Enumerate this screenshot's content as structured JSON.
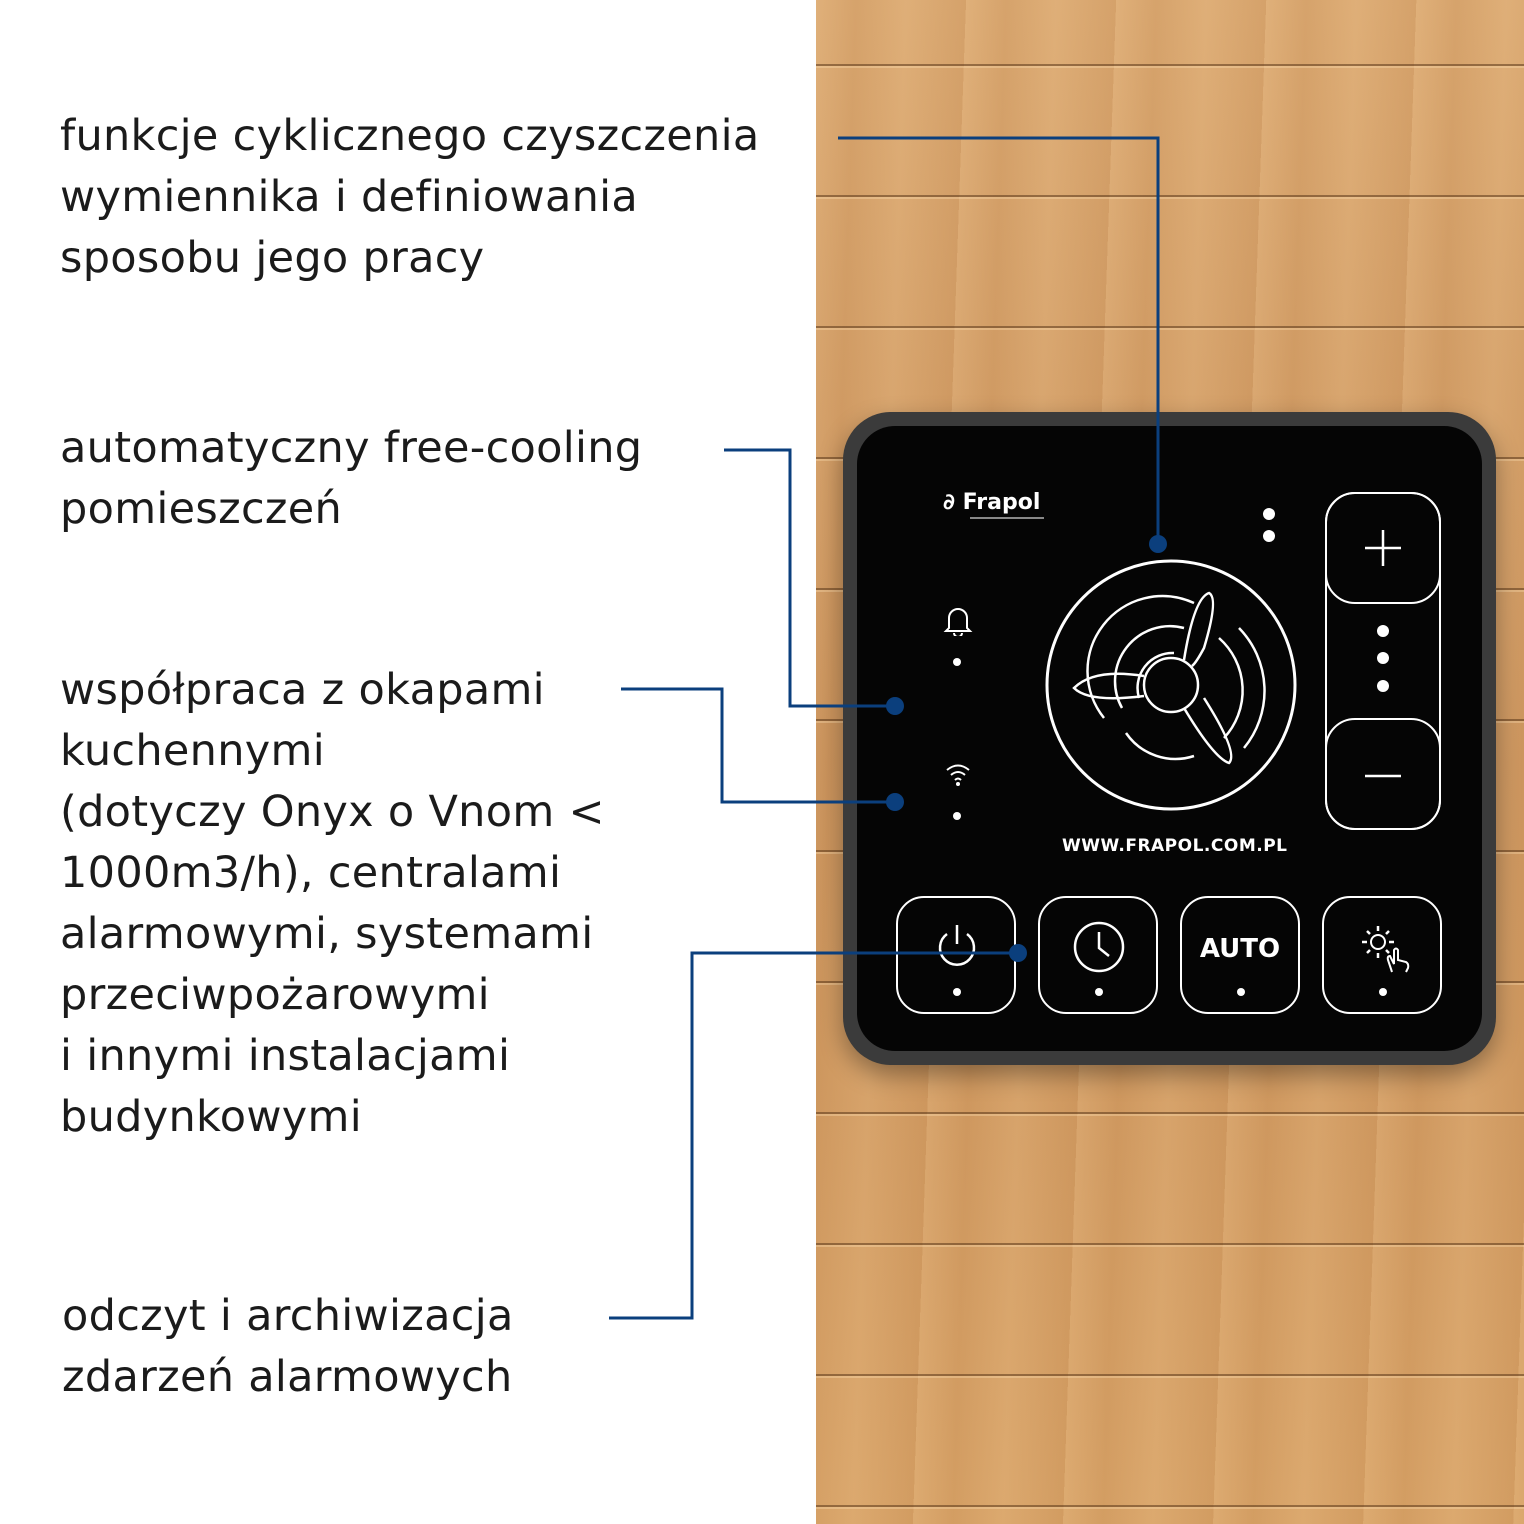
{
  "callouts": [
    {
      "text": "funkcje cyklicznego czyszczenia\nwymiennika i definiowania\nsposobu jego pracy"
    },
    {
      "text": "automatyczny free-cooling\npomieszczeń"
    },
    {
      "text": "współpraca z okapami\nkuchennymi\n(dotyczy Onyx o Vnom <\n1000m3/h), centralami\nalarmowymi, systemami\nprzeciwpożarowymi\ni innymi instalacjami\nbudynkowymi"
    },
    {
      "text": "odczyt i archiwizacja\nzdarzeń alarmowych"
    }
  ],
  "device": {
    "brand": "Frapol",
    "url": "WWW.FRAPOL.COM.PL",
    "auto_label": "AUTO",
    "icons": [
      "bell-icon",
      "wifi-icon",
      "fan-icon",
      "plus-icon",
      "minus-icon",
      "power-icon",
      "clock-icon",
      "settings-touch-icon"
    ]
  },
  "colors": {
    "callout_line": "#0b3f7d",
    "device_body": "#050505",
    "wood": "#d9a46b"
  }
}
